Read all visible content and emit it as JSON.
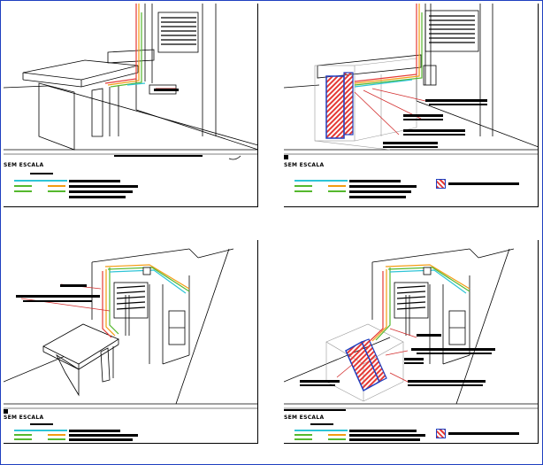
{
  "panels": [
    {
      "id": "tl",
      "caption": "SEM ESCALA"
    },
    {
      "id": "tr",
      "caption": "SEM ESCALA"
    },
    {
      "id": "bl",
      "caption": "SEM ESCALA"
    },
    {
      "id": "br",
      "caption": "SEM ESCALA"
    }
  ],
  "colors": {
    "frame": "#1f3fc0",
    "conduit_red": "#e53935",
    "conduit_orange": "#f39c12",
    "conduit_green": "#55b82e",
    "conduit_cyan": "#2ec4d6",
    "leader": "#d32f2f",
    "hatch": "#e53935"
  }
}
